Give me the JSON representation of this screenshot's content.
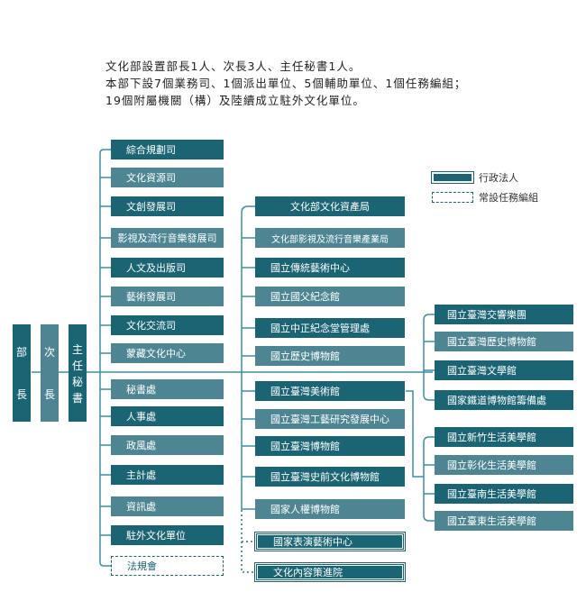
{
  "intro": {
    "line1": "文化部設置部長1人、次長3人、主任秘書1人。",
    "line2": "本部下設7個業務司、1個派出單位、5個輔助單位、1個任務編組；",
    "line3": "19個附屬機關（構）及陸續成立駐外文化單位。"
  },
  "leaders": {
    "minister": [
      "部",
      "長"
    ],
    "deputy": [
      "次",
      "長"
    ],
    "secretary": [
      "主",
      "任",
      "秘",
      "書"
    ]
  },
  "departments": [
    "綜合規劃司",
    "文化資源司",
    "文創發展司",
    "影視及流行音樂發展司",
    "人文及出版司",
    "藝術發展司",
    "文化交流司",
    "蒙藏文化中心"
  ],
  "support_units": [
    "秘書處",
    "人事處",
    "政風處",
    "主計處",
    "資訊處",
    "駐外文化單位"
  ],
  "task_group": "法規會",
  "agencies": [
    "文化部文化資產局",
    "文化部影視及流行音樂產業局",
    "國立傳統藝術中心",
    "國立國父紀念館",
    "國立中正紀念堂管理處",
    "國立歷史博物館",
    "國立臺灣美術館",
    "國立臺灣工藝研究發展中心",
    "國立臺灣博物館",
    "國立臺灣史前文化博物館",
    "國家人權博物館"
  ],
  "legal_entities": [
    "國家表演藝術中心",
    "文化內容策進院"
  ],
  "agencies_group1": [
    "國立臺灣交響樂團",
    "國立臺灣歷史博物館",
    "國立臺灣文學館",
    "國家鐵道博物館籌備處"
  ],
  "agencies_group2": [
    "國立新竹生活美學館",
    "國立彰化生活美學館",
    "國立臺南生活美學館",
    "國立臺東生活美學館"
  ],
  "legend": {
    "legal_entity": "行政法人",
    "task_force": "常設任務編組"
  },
  "colors": {
    "dark": "#1b6473",
    "gray": "#4d8593",
    "line": "#3a8fa6"
  }
}
